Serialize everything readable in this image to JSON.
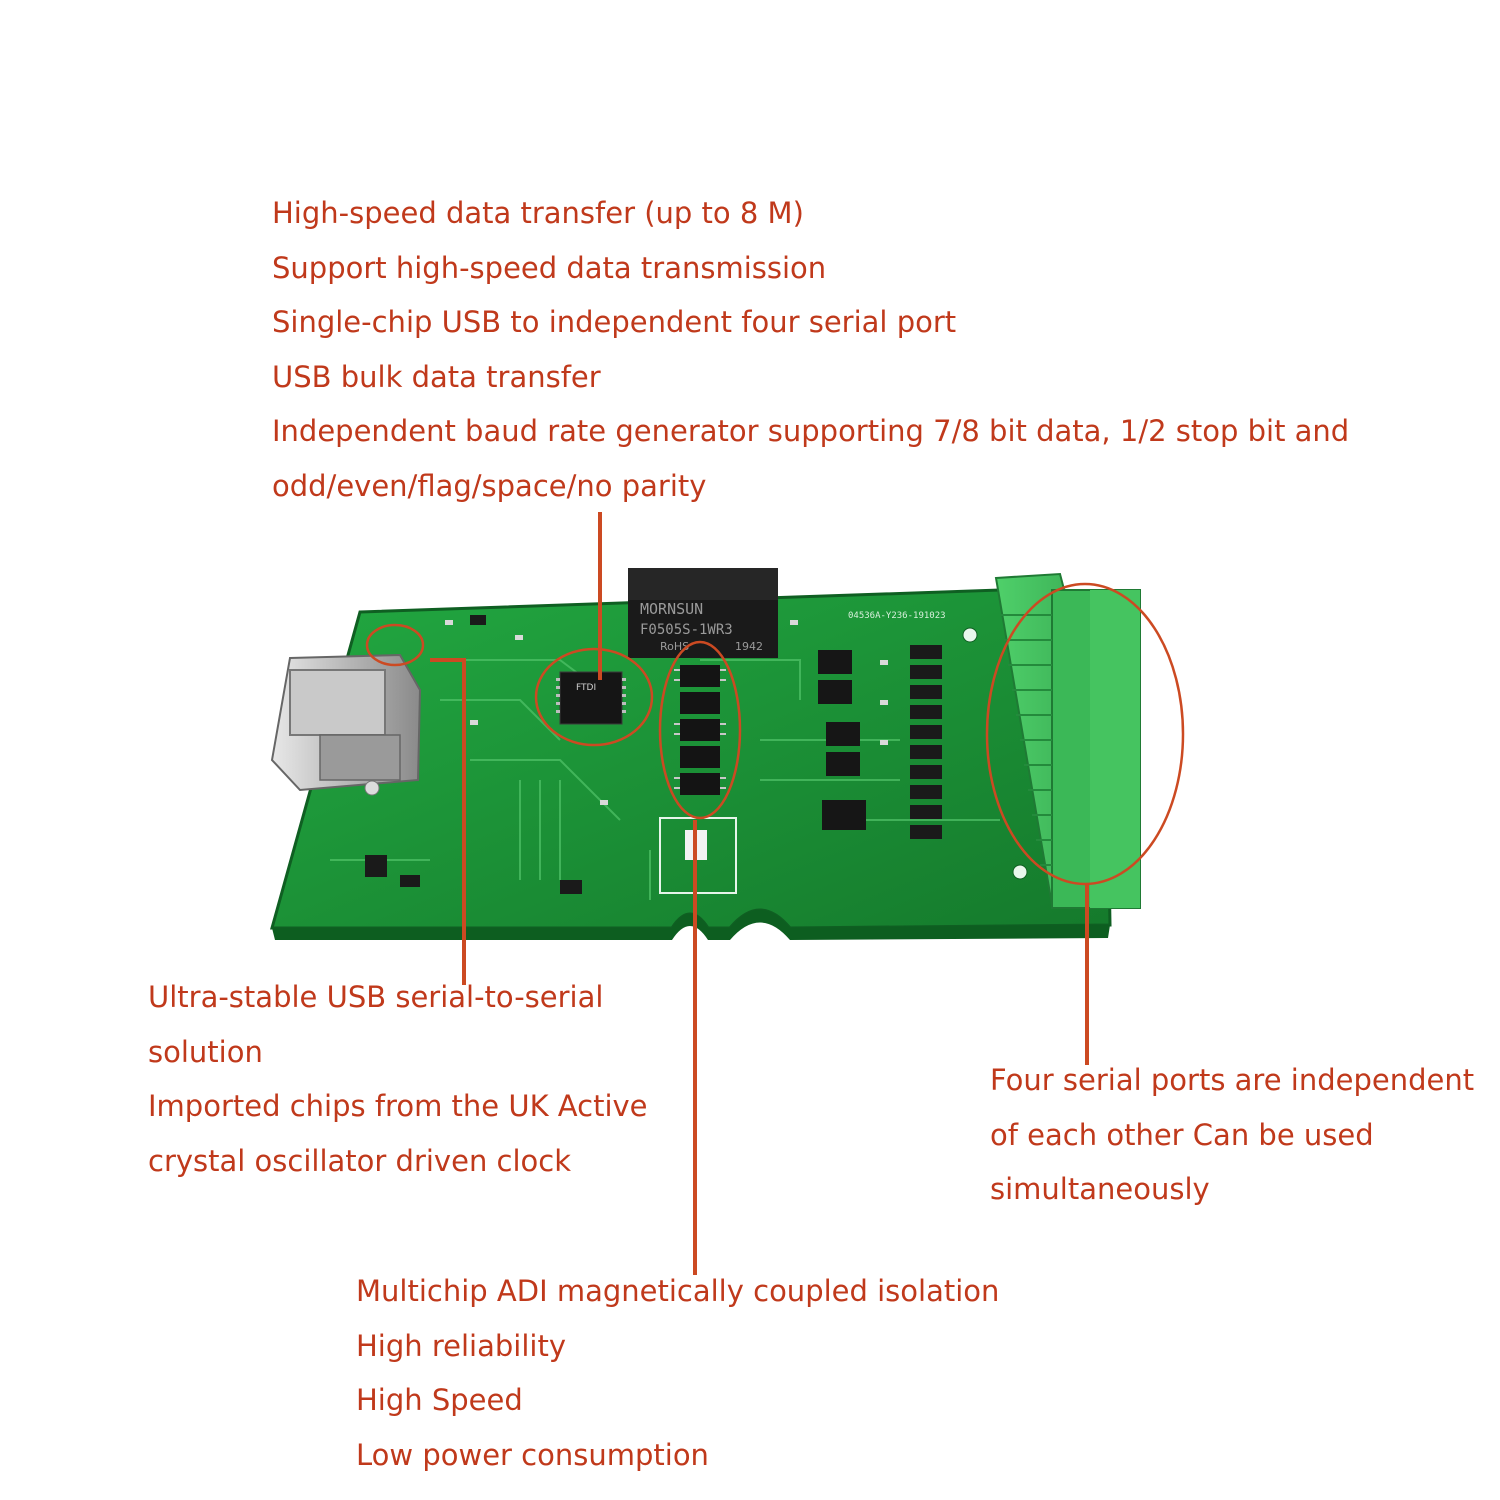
{
  "colors": {
    "annotation_text": "#c0391b",
    "leader_line": "#cc4a22",
    "pcb_green": "#1e9a3a",
    "terminal_green": "#3fbf5c",
    "chip_black": "#141414"
  },
  "annotations": {
    "top": [
      "High-speed data transfer (up to 8 M)",
      "Support high-speed data transmission",
      "Single-chip USB to independent four serial port",
      "USB bulk data transfer",
      "Independent baud rate generator supporting 7/8 bit data, 1/2 stop bit and",
      "odd/even/flag/space/no parity"
    ],
    "left": [
      "Ultra-stable USB serial-to-serial",
      "solution",
      "Imported chips from the UK Active",
      "crystal oscillator driven clock"
    ],
    "right": [
      "Four serial ports are independent",
      "of each other Can be used",
      "simultaneously"
    ],
    "bottom": [
      "Multichip ADI magnetically coupled isolation",
      "High reliability",
      "High Speed",
      "Low power consumption"
    ]
  },
  "board_markings": {
    "dcdc_brand": "MORNSUN",
    "dcdc_model": "F0505S-1WR3",
    "dcdc_rohs": "RoHS",
    "dcdc_code": "1942",
    "main_chip": "FTDI",
    "board_code": "04536A-Y236-191023"
  }
}
